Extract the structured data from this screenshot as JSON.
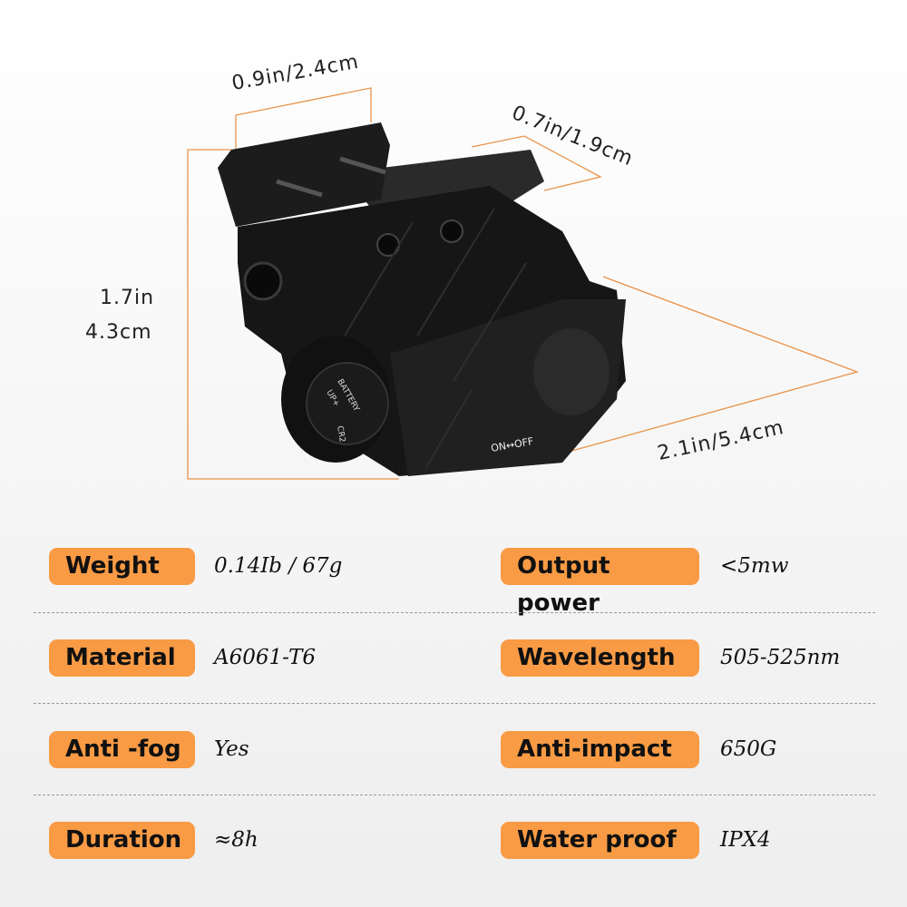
{
  "dimensions": {
    "width_top": "0.9in/2.4cm",
    "depth": "0.7in/1.9cm",
    "height_in": "1.7in",
    "height_cm": "4.3cm",
    "length": "2.1in/5.4cm"
  },
  "device_markings": {
    "battery": "BATTERY",
    "up": "UP+",
    "cell": "CR2",
    "switch": "ON↔OFF"
  },
  "specs": [
    {
      "label": "Weight",
      "value": "0.14Ib / 67g"
    },
    {
      "label": "Output power",
      "value": "<5mw"
    },
    {
      "label": "Material",
      "value": "A6061-T6"
    },
    {
      "label": "Wavelength",
      "value": "505-525nm"
    },
    {
      "label": "Anti -fog",
      "value": "Yes"
    },
    {
      "label": "Anti-impact",
      "value": "650G"
    },
    {
      "label": "Duration",
      "value": "≈8h"
    },
    {
      "label": "Water proof",
      "value": "IPX4"
    }
  ],
  "colors": {
    "accent": "#f99b45",
    "dimension_line": "#e8934a",
    "device": "#1a1a1a"
  }
}
